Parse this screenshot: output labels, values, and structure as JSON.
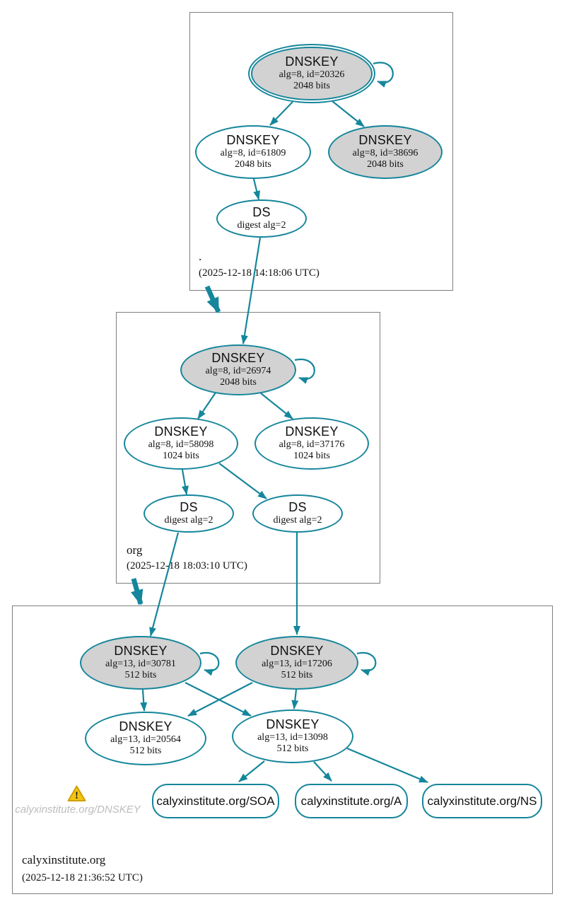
{
  "colors": {
    "edge_teal": "#15869b",
    "ksk_fill": "#d2d2d2",
    "node_fill": "#ffffff",
    "box_border": "#7e7e7e",
    "warning_yellow": "#f2c511",
    "lame_text_gray": "#bdbdbd"
  },
  "zones": [
    {
      "name": ".",
      "timestamp": "(2025-12-18 14:18:06 UTC)",
      "nodes": [
        {
          "title": "DNSKEY",
          "detail1": "alg=8, id=20326",
          "detail2": "2048 bits"
        },
        {
          "title": "DNSKEY",
          "detail1": "alg=8, id=61809",
          "detail2": "2048 bits"
        },
        {
          "title": "DNSKEY",
          "detail1": "alg=8, id=38696",
          "detail2": "2048 bits"
        },
        {
          "title": "DS",
          "detail1": "digest alg=2"
        }
      ]
    },
    {
      "name": "org",
      "timestamp": "(2025-12-18 18:03:10 UTC)",
      "nodes": [
        {
          "title": "DNSKEY",
          "detail1": "alg=8, id=26974",
          "detail2": "2048 bits"
        },
        {
          "title": "DNSKEY",
          "detail1": "alg=8, id=58098",
          "detail2": "1024 bits"
        },
        {
          "title": "DNSKEY",
          "detail1": "alg=8, id=37176",
          "detail2": "1024 bits"
        },
        {
          "title": "DS",
          "detail1": "digest alg=2"
        },
        {
          "title": "DS",
          "detail1": "digest alg=2"
        }
      ]
    },
    {
      "name": "calyxinstitute.org",
      "timestamp": "(2025-12-18 21:36:52 UTC)",
      "nodes": [
        {
          "title": "DNSKEY",
          "detail1": "alg=13, id=30781",
          "detail2": "512 bits"
        },
        {
          "title": "DNSKEY",
          "detail1": "alg=13, id=17206",
          "detail2": "512 bits"
        },
        {
          "title": "DNSKEY",
          "detail1": "alg=13, id=20564",
          "detail2": "512 bits"
        },
        {
          "title": "DNSKEY",
          "detail1": "alg=13, id=13098",
          "detail2": "512 bits"
        }
      ],
      "rrsets": [
        {
          "label": "calyxinstitute.org/SOA"
        },
        {
          "label": "calyxinstitute.org/A"
        },
        {
          "label": "calyxinstitute.org/NS"
        }
      ],
      "lame_label": "calyxinstitute.org/DNSKEY",
      "warning_glyph": "!"
    }
  ]
}
